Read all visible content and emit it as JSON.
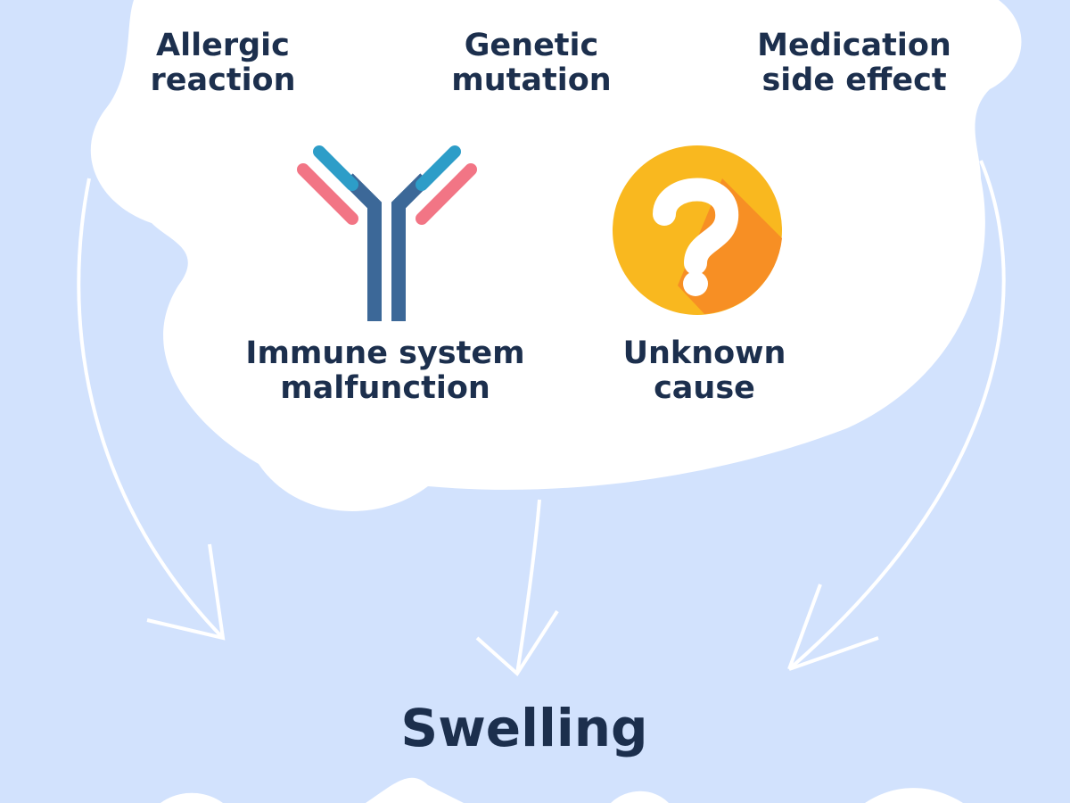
{
  "causes": [
    {
      "label": "Allergic\nreaction"
    },
    {
      "label": "Genetic\nmutation"
    },
    {
      "label": "Medication\nside effect"
    },
    {
      "label": "Immune system\nmalfunction",
      "icon": "antibody-icon"
    },
    {
      "label": "Unknown\ncause",
      "icon": "question-mark-icon"
    }
  ],
  "result": "Swelling",
  "colors": {
    "background": "#d2e2fd",
    "text": "#1c2f4d",
    "cloud": "#ffffff",
    "question": "#f9b81f"
  }
}
